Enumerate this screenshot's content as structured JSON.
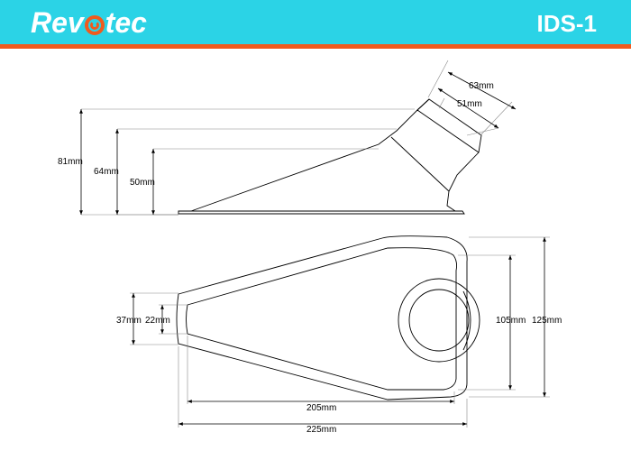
{
  "header": {
    "brand_pre": "Rev",
    "brand_post": "tec",
    "model": "IDS-1",
    "colors": {
      "band": "#2bd3e6",
      "stripe": "#f05a1e",
      "text": "#ffffff"
    }
  },
  "side_view": {
    "dims": {
      "outer": "63mm",
      "inner": "51mm",
      "height_total": "81mm",
      "height_mid": "64mm",
      "height_low": "50mm"
    }
  },
  "top_view": {
    "dims": {
      "inlet_outer": "37mm",
      "inlet_inner": "22mm",
      "body_inner_height": "105mm",
      "body_outer_height": "125mm",
      "inner_length": "205mm",
      "outer_length": "225mm"
    }
  }
}
